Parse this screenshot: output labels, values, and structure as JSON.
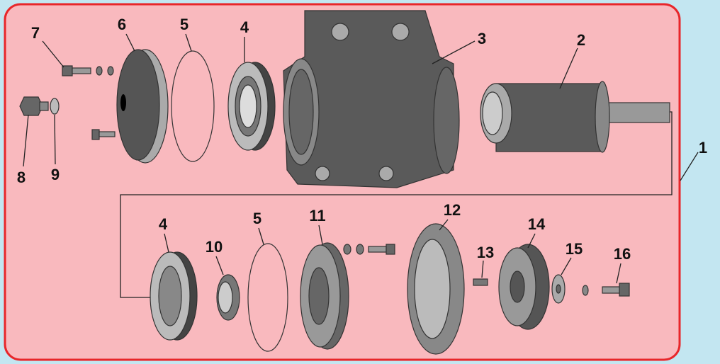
{
  "diagram": {
    "panel_background": "#f9b9be",
    "panel_border": "#e8262a",
    "page_background": "#c3e6f1",
    "part_color": "#5a5a5a",
    "labels": {
      "p1": "1",
      "p2": "2",
      "p3": "3",
      "p4a": "4",
      "p5a": "5",
      "p6": "6",
      "p7": "7",
      "p8": "8",
      "p9": "9",
      "p4b": "4",
      "p10": "10",
      "p5b": "5",
      "p11": "11",
      "p12": "12",
      "p13": "13",
      "p14": "14",
      "p15": "15",
      "p16": "16"
    }
  }
}
